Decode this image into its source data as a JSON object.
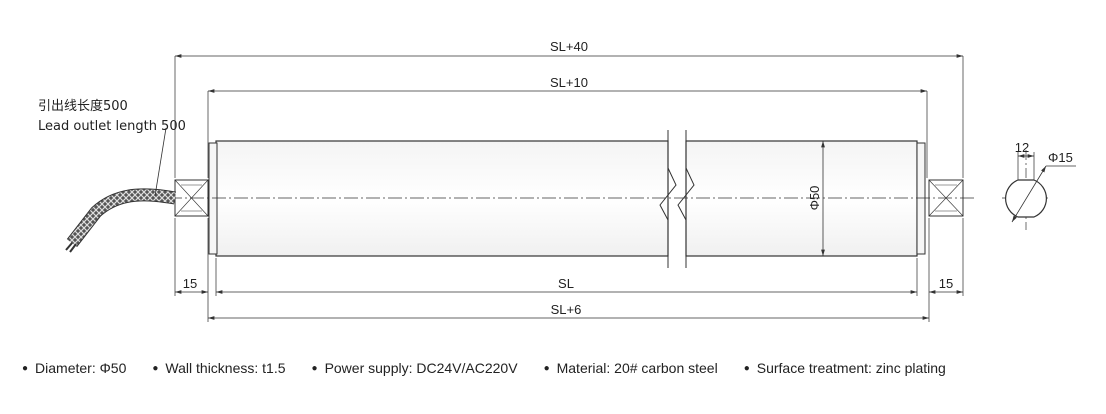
{
  "lead": {
    "line1": "引出线长度500",
    "line2": "Lead outlet length 500"
  },
  "dimensions": {
    "overall_total": "SL+40",
    "roller_plus": "SL+10",
    "tube_length": "SL",
    "tube_plus": "SL+6",
    "left_shaft": "15",
    "right_shaft": "15",
    "diameter": "Φ50",
    "section_width": "12",
    "section_diameter": "Φ15"
  },
  "specs": [
    {
      "label": "Diameter: Φ50"
    },
    {
      "label": "Wall thickness: t1.5"
    },
    {
      "label": "Power supply: DC24V/AC220V"
    },
    {
      "label": "Material: 20# carbon steel"
    },
    {
      "label": "Surface treatment: zinc plating"
    }
  ],
  "colors": {
    "line": "#333333",
    "text": "#222222"
  }
}
